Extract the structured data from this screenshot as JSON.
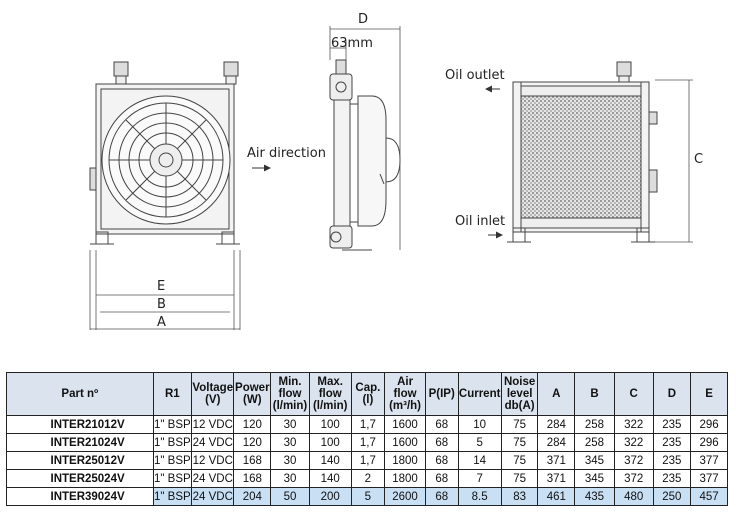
{
  "drawing": {
    "dim_D": "D",
    "dim_63": "63mm",
    "dim_C": "C",
    "dim_E": "E",
    "dim_B": "B",
    "dim_A": "A",
    "air_direction": "Air direction",
    "oil_outlet": "Oil outlet",
    "oil_inlet": "Oil inlet"
  },
  "table": {
    "headers": [
      "Part nº",
      "R1",
      "Voltage\n(V)",
      "Power\n(W)",
      "Min.\nflow\n(l/min)",
      "Max.\nflow\n(l/min)",
      "Cap.\n(l)",
      "Air\nflow\n(m³/h)",
      "P(IP)",
      "Current",
      "Noise\nlevel\ndb(A)",
      "A",
      "B",
      "C",
      "D",
      "E"
    ],
    "rows": [
      [
        "INTER21012V",
        "1\" BSP",
        "12 VDC",
        "120",
        "30",
        "100",
        "1,7",
        "1600",
        "68",
        "10",
        "75",
        "284",
        "258",
        "322",
        "235",
        "296"
      ],
      [
        "INTER21024V",
        "1\" BSP",
        "24 VDC",
        "120",
        "30",
        "100",
        "1,7",
        "1600",
        "68",
        "5",
        "75",
        "284",
        "258",
        "322",
        "235",
        "296"
      ],
      [
        "INTER25012V",
        "1\" BSP",
        "12 VDC",
        "168",
        "30",
        "140",
        "1,7",
        "1800",
        "68",
        "14",
        "75",
        "371",
        "345",
        "372",
        "235",
        "377"
      ],
      [
        "INTER25024V",
        "1\" BSP",
        "24 VDC",
        "168",
        "30",
        "140",
        "2",
        "1800",
        "68",
        "7",
        "75",
        "371",
        "345",
        "372",
        "235",
        "377"
      ],
      [
        "INTER39024V",
        "1\" BSP",
        "24 VDC",
        "204",
        "50",
        "200",
        "5",
        "2600",
        "68",
        "8.5",
        "83",
        "461",
        "435",
        "480",
        "250",
        "457"
      ]
    ]
  }
}
